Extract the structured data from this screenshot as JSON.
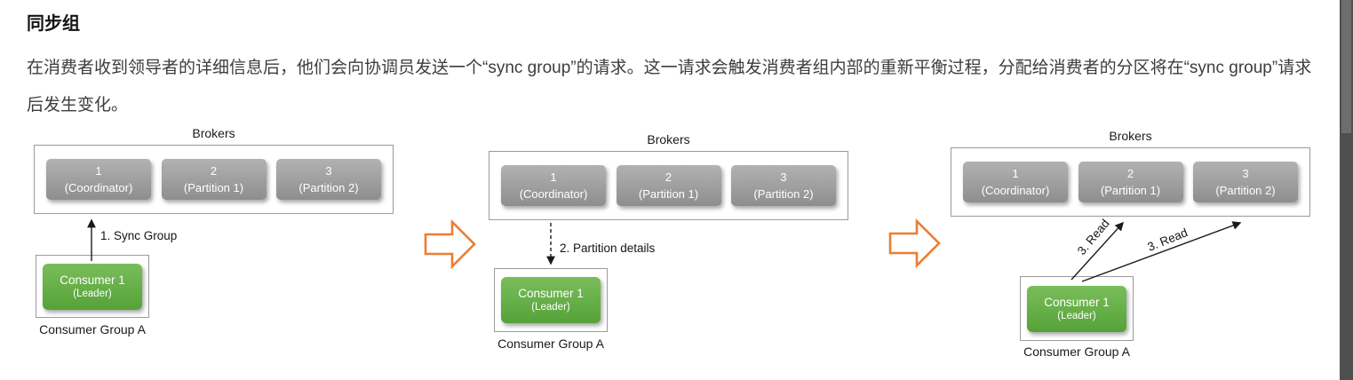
{
  "page": {
    "title": "同步组",
    "paragraph": "在消费者收到领导者的详细信息后，他们会向协调员发送一个“sync group”的请求。这一请求会触发消费者组内部的重新平衡过程，分配给消费者的分区将在“sync group”请求后发生变化。"
  },
  "diagram": {
    "brokers_label": "Brokers",
    "consumer_group_label": "Consumer Group A",
    "brokers": [
      {
        "num": "1",
        "role": "(Coordinator)"
      },
      {
        "num": "2",
        "role": "(Partition 1)"
      },
      {
        "num": "3",
        "role": "(Partition 2)"
      }
    ],
    "consumer": {
      "name": "Consumer 1",
      "role": "(Leader)"
    },
    "steps": {
      "step1": "1. Sync Group",
      "step2": "2. Partition details",
      "step3": "3. Read"
    },
    "colors": {
      "broker_chip": "#9a9a9a",
      "consumer_chip": "#62b24e",
      "flow_arrow_stroke": "#ED7D31",
      "arrow_stroke": "#1a1a1a"
    }
  }
}
